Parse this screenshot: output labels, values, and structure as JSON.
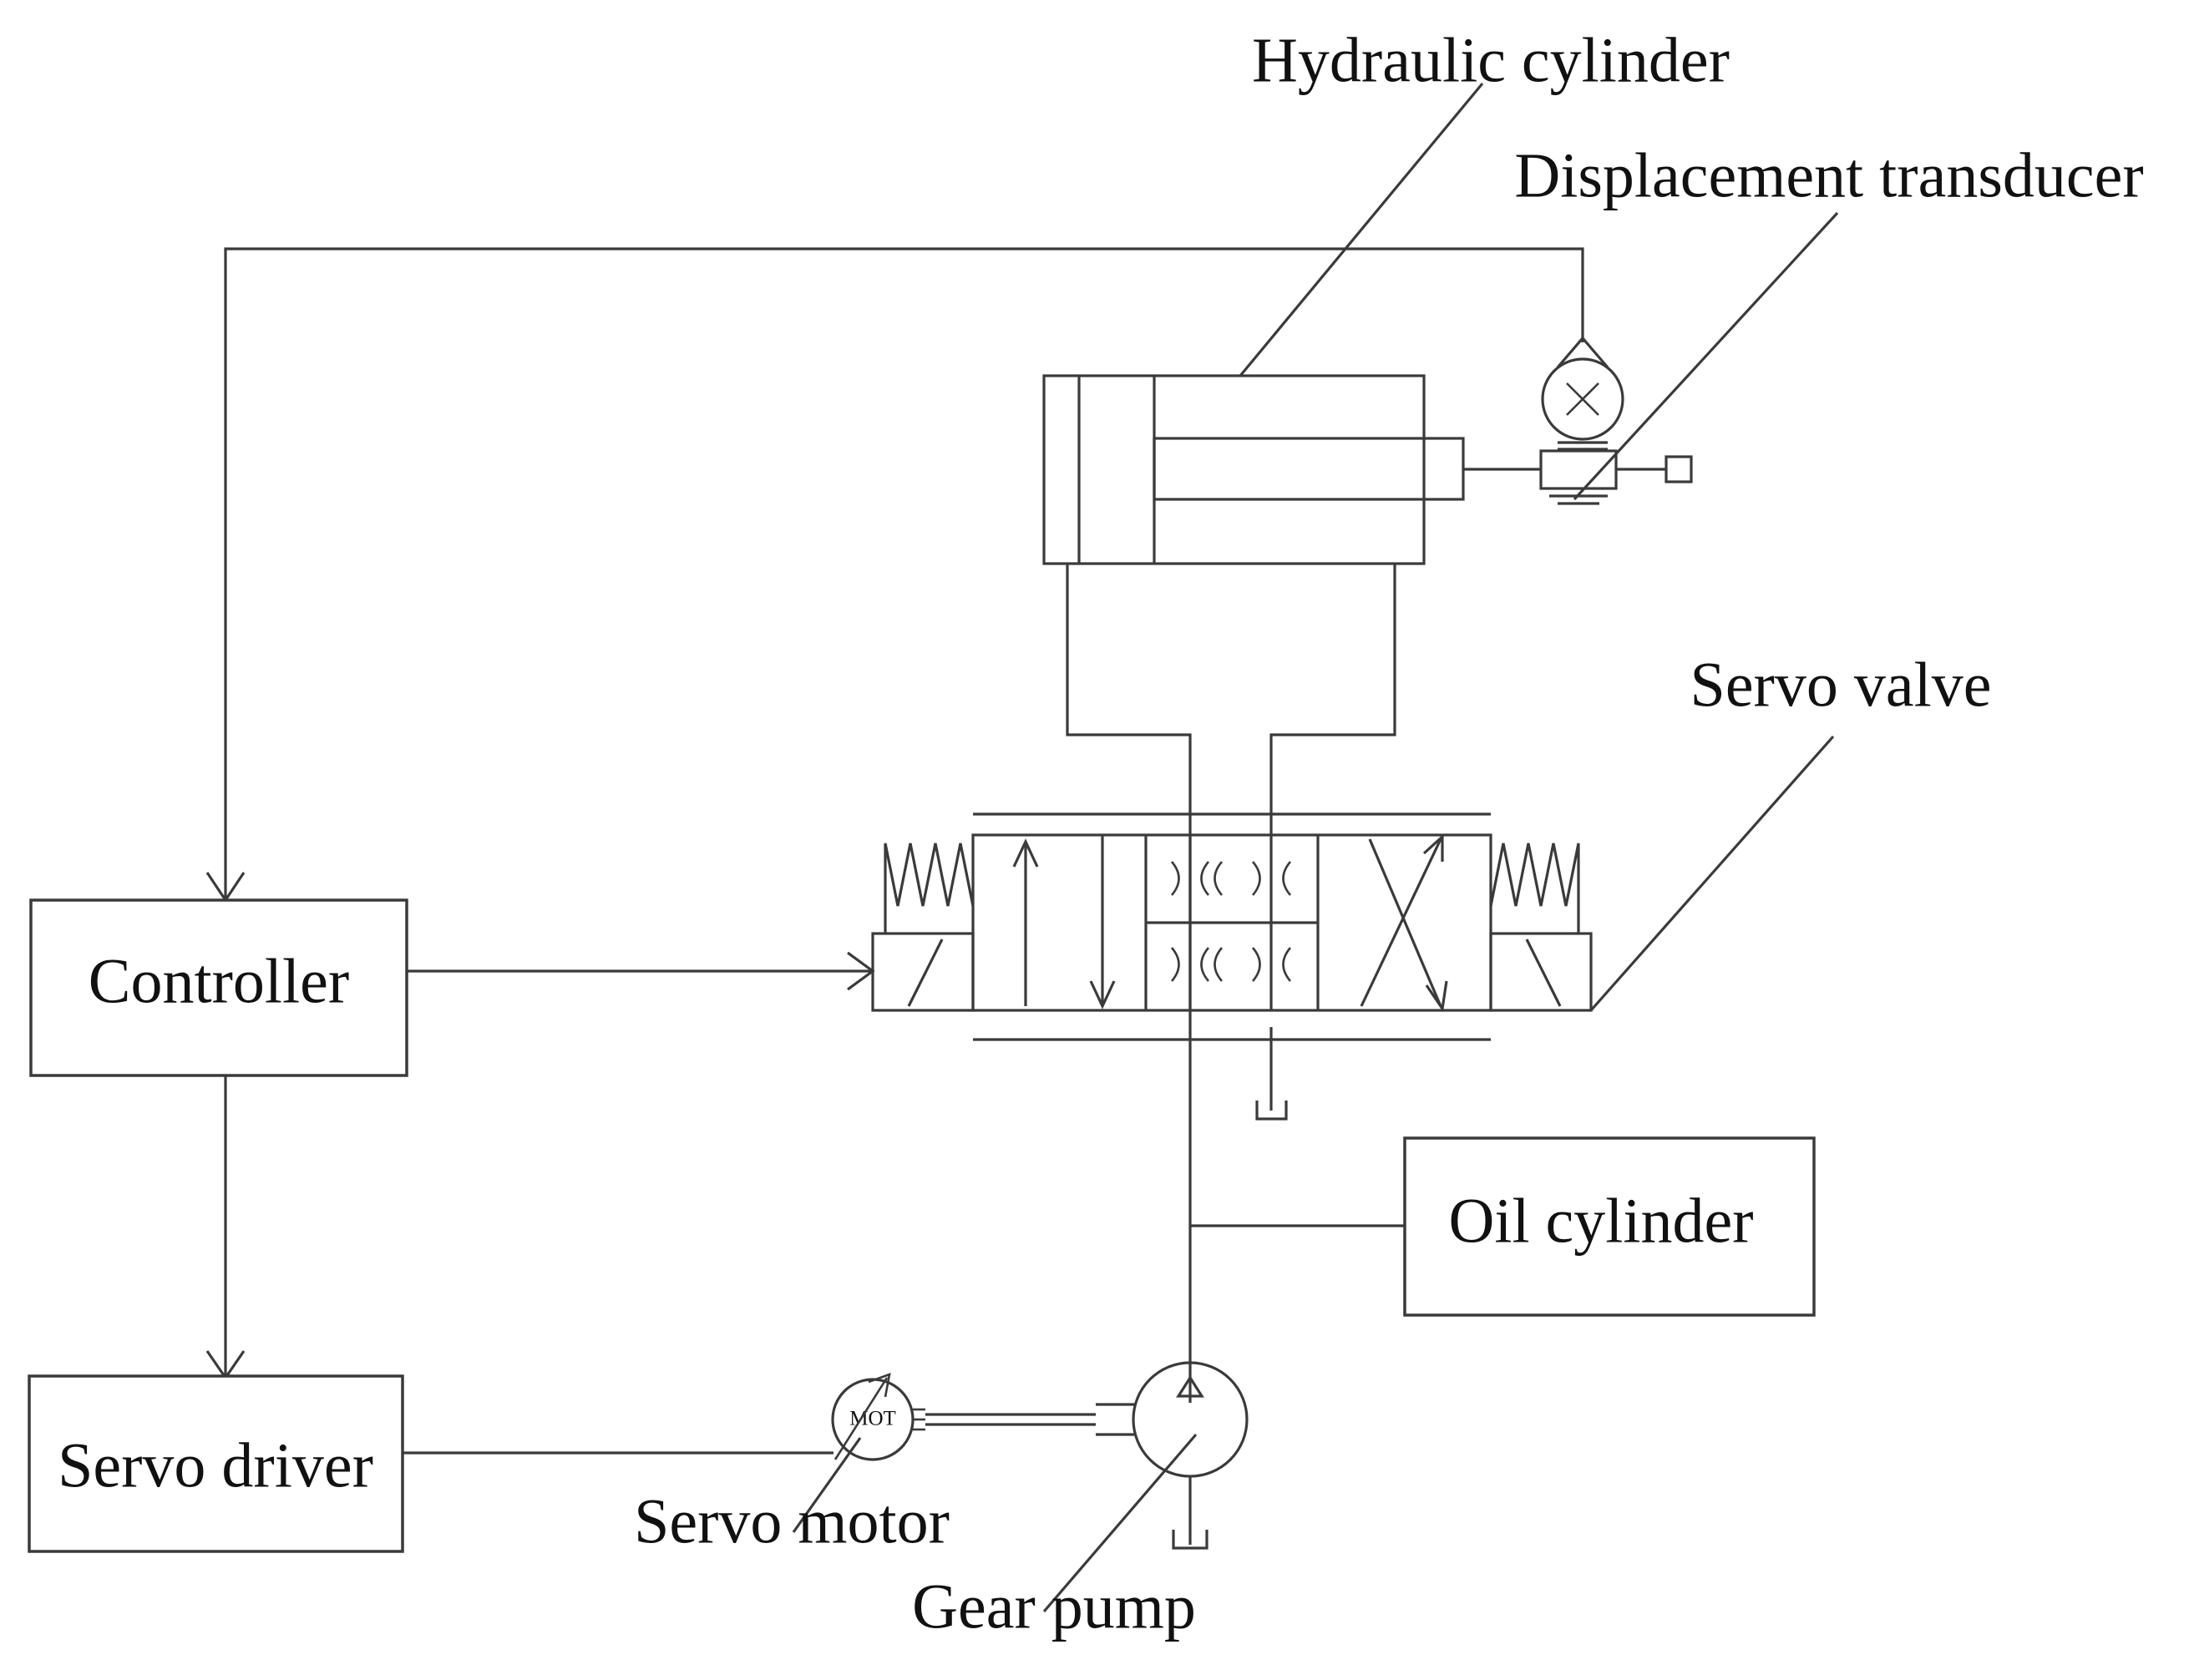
{
  "labels": {
    "hydraulic_cylinder": "Hydraulic cylinder",
    "displacement_transducer": "Displacement transducer",
    "servo_valve": "Servo valve",
    "controller": "Controller",
    "oil_cylinder": "Oil cylinder",
    "servo_driver": "Servo driver",
    "servo_motor": "Servo motor",
    "gear_pump": "Gear pump",
    "motor_symbol": "MOT"
  },
  "colors": {
    "line": "#3a3a3a",
    "text": "#111111",
    "background": "#ffffff"
  }
}
